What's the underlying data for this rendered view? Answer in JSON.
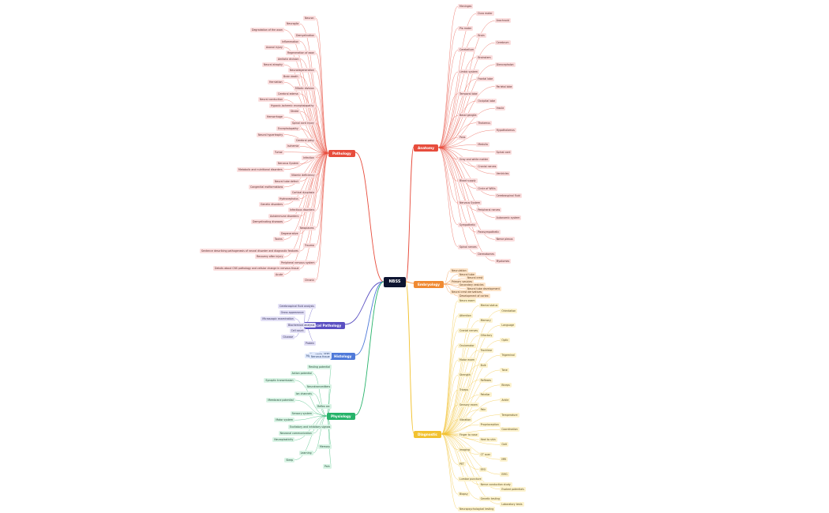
{
  "root": {
    "label": "NBSS"
  },
  "branches": [
    {
      "key": "pathology",
      "label": "Pathology",
      "color": "#e74c3c",
      "light": "red"
    },
    {
      "key": "anatomy",
      "label": "Anatomy",
      "color": "#e74c3c",
      "light": "red"
    },
    {
      "key": "embryology",
      "label": "Embryology",
      "color": "#f08a32",
      "light": "ora"
    },
    {
      "key": "clinical",
      "label": "Clinical Pathology",
      "color": "#5a4fc2",
      "light": "pur"
    },
    {
      "key": "histology",
      "label": "Histology",
      "color": "#4f7ad9",
      "light": "blu"
    },
    {
      "key": "physiology",
      "label": "Physiology",
      "color": "#26b36a",
      "light": "grn"
    },
    {
      "key": "diagnostic",
      "label": "Diagnostic",
      "color": "#f2c230",
      "light": "yel"
    }
  ],
  "nodes": {
    "pathology": [
      "Neuron",
      "Neuroglia",
      "Degradation of the axon",
      "Demyelination",
      "Inflammation",
      "Axonal injury",
      "Regeneration of axon",
      "Amitotic division",
      "Neural atrophy",
      "Neurodegeneration",
      "Brain death",
      "Herniation",
      "Mitotic division",
      "Cerebral edema",
      "Neural conduction",
      "Hypoxic-ischemic encephalopathy",
      "Stroke",
      "Hemorrhage",
      "Spinal cord injury",
      "Encephalopathy",
      "Neural hypertrophy",
      "Cerebral palsy",
      "Ischemia",
      "Tumor",
      "Infection",
      "Nervous System",
      "Metabolic and nutritional disorders",
      "Vitamin deficiency",
      "Neural tube defect",
      "Congenital malformations",
      "Cortical dysplasia",
      "Hydrocephalus",
      "Genetic disorders",
      "Infectious disorders",
      "Autoimmune disorders",
      "Demyelinating diseases",
      "Neoplasms",
      "Degenerative",
      "Toxins",
      "Trauma",
      "Sentence describing pathogenesis of neural disorder and diagnostic features",
      "Recovery after injury",
      "Peripheral nervous system",
      "Details about CNS pathology and cellular change in nervous tissue",
      "Acute",
      "Chronic"
    ],
    "anatomy": [
      "Meninges",
      "Dura mater",
      "Arachnoid",
      "Pia mater",
      "Brain",
      "Cerebrum",
      "Cerebellum",
      "Brainstem",
      "Diencephalon",
      "Limbic system",
      "Frontal lobe",
      "Parietal lobe",
      "Temporal lobe",
      "Occipital lobe",
      "Insula",
      "Basal ganglia",
      "Thalamus",
      "Hypothalamus",
      "Pons",
      "Medulla",
      "Spinal cord",
      "Gray and white matter",
      "Cranial nerves",
      "Ventricles",
      "Blood supply",
      "Circle of Willis",
      "Cerebrospinal fluid",
      "Nervous System",
      "Peripheral nerves",
      "Autonomic system",
      "Sympathetic",
      "Parasympathetic",
      "Nerve plexus",
      "Spinal nerves",
      "Dermatomes",
      "Myotomes"
    ],
    "embryology": [
      "Neurulation",
      "Neural tube",
      "Neural crest",
      "Primary vesicles",
      "Secondary vesicles",
      "Neural tube development",
      "Neural crest derivatives",
      "Development of cortex"
    ],
    "clinical": [
      "Cerebrospinal fluid analysis",
      "Gross appearance",
      "Microscopic examination",
      "Biochemical analysis",
      "Cell count",
      "Glucose",
      "Protein"
    ],
    "histology": [
      "Neuron",
      "Neuroglia",
      "Myelin",
      "Nervous tissue"
    ],
    "physiology": [
      "Resting potential",
      "Action potential",
      "Synaptic transmission",
      "Neurotransmitters",
      "Ion channels",
      "Membrane potential",
      "Reflex arc",
      "Sensory system",
      "Motor system",
      "Excitatory and inhibitory signals",
      "Neuronal communication",
      "Neuroplasticity",
      "Memory",
      "Learning",
      "Sleep",
      "Pain"
    ],
    "diagnostic": [
      "Neuro exam",
      "Mental status",
      "Orientation",
      "Attention",
      "Memory",
      "Language",
      "Cranial nerves",
      "Olfactory",
      "Optic",
      "Oculomotor",
      "Trochlear",
      "Trigeminal",
      "Motor exam",
      "Bulk",
      "Tone",
      "Strength",
      "Reflexes",
      "Biceps",
      "Triceps",
      "Patellar",
      "Ankle",
      "Sensory exam",
      "Pain",
      "Temperature",
      "Vibration",
      "Proprioception",
      "Coordination",
      "Finger to nose",
      "Heel to shin",
      "Gait",
      "Imaging",
      "CT scan",
      "MRI",
      "PET",
      "EEG",
      "EMG",
      "Lumbar puncture",
      "Nerve conduction study",
      "Evoked potentials",
      "Biopsy",
      "Genetic testing",
      "Laboratory tests",
      "Neuropsychological testing"
    ]
  }
}
